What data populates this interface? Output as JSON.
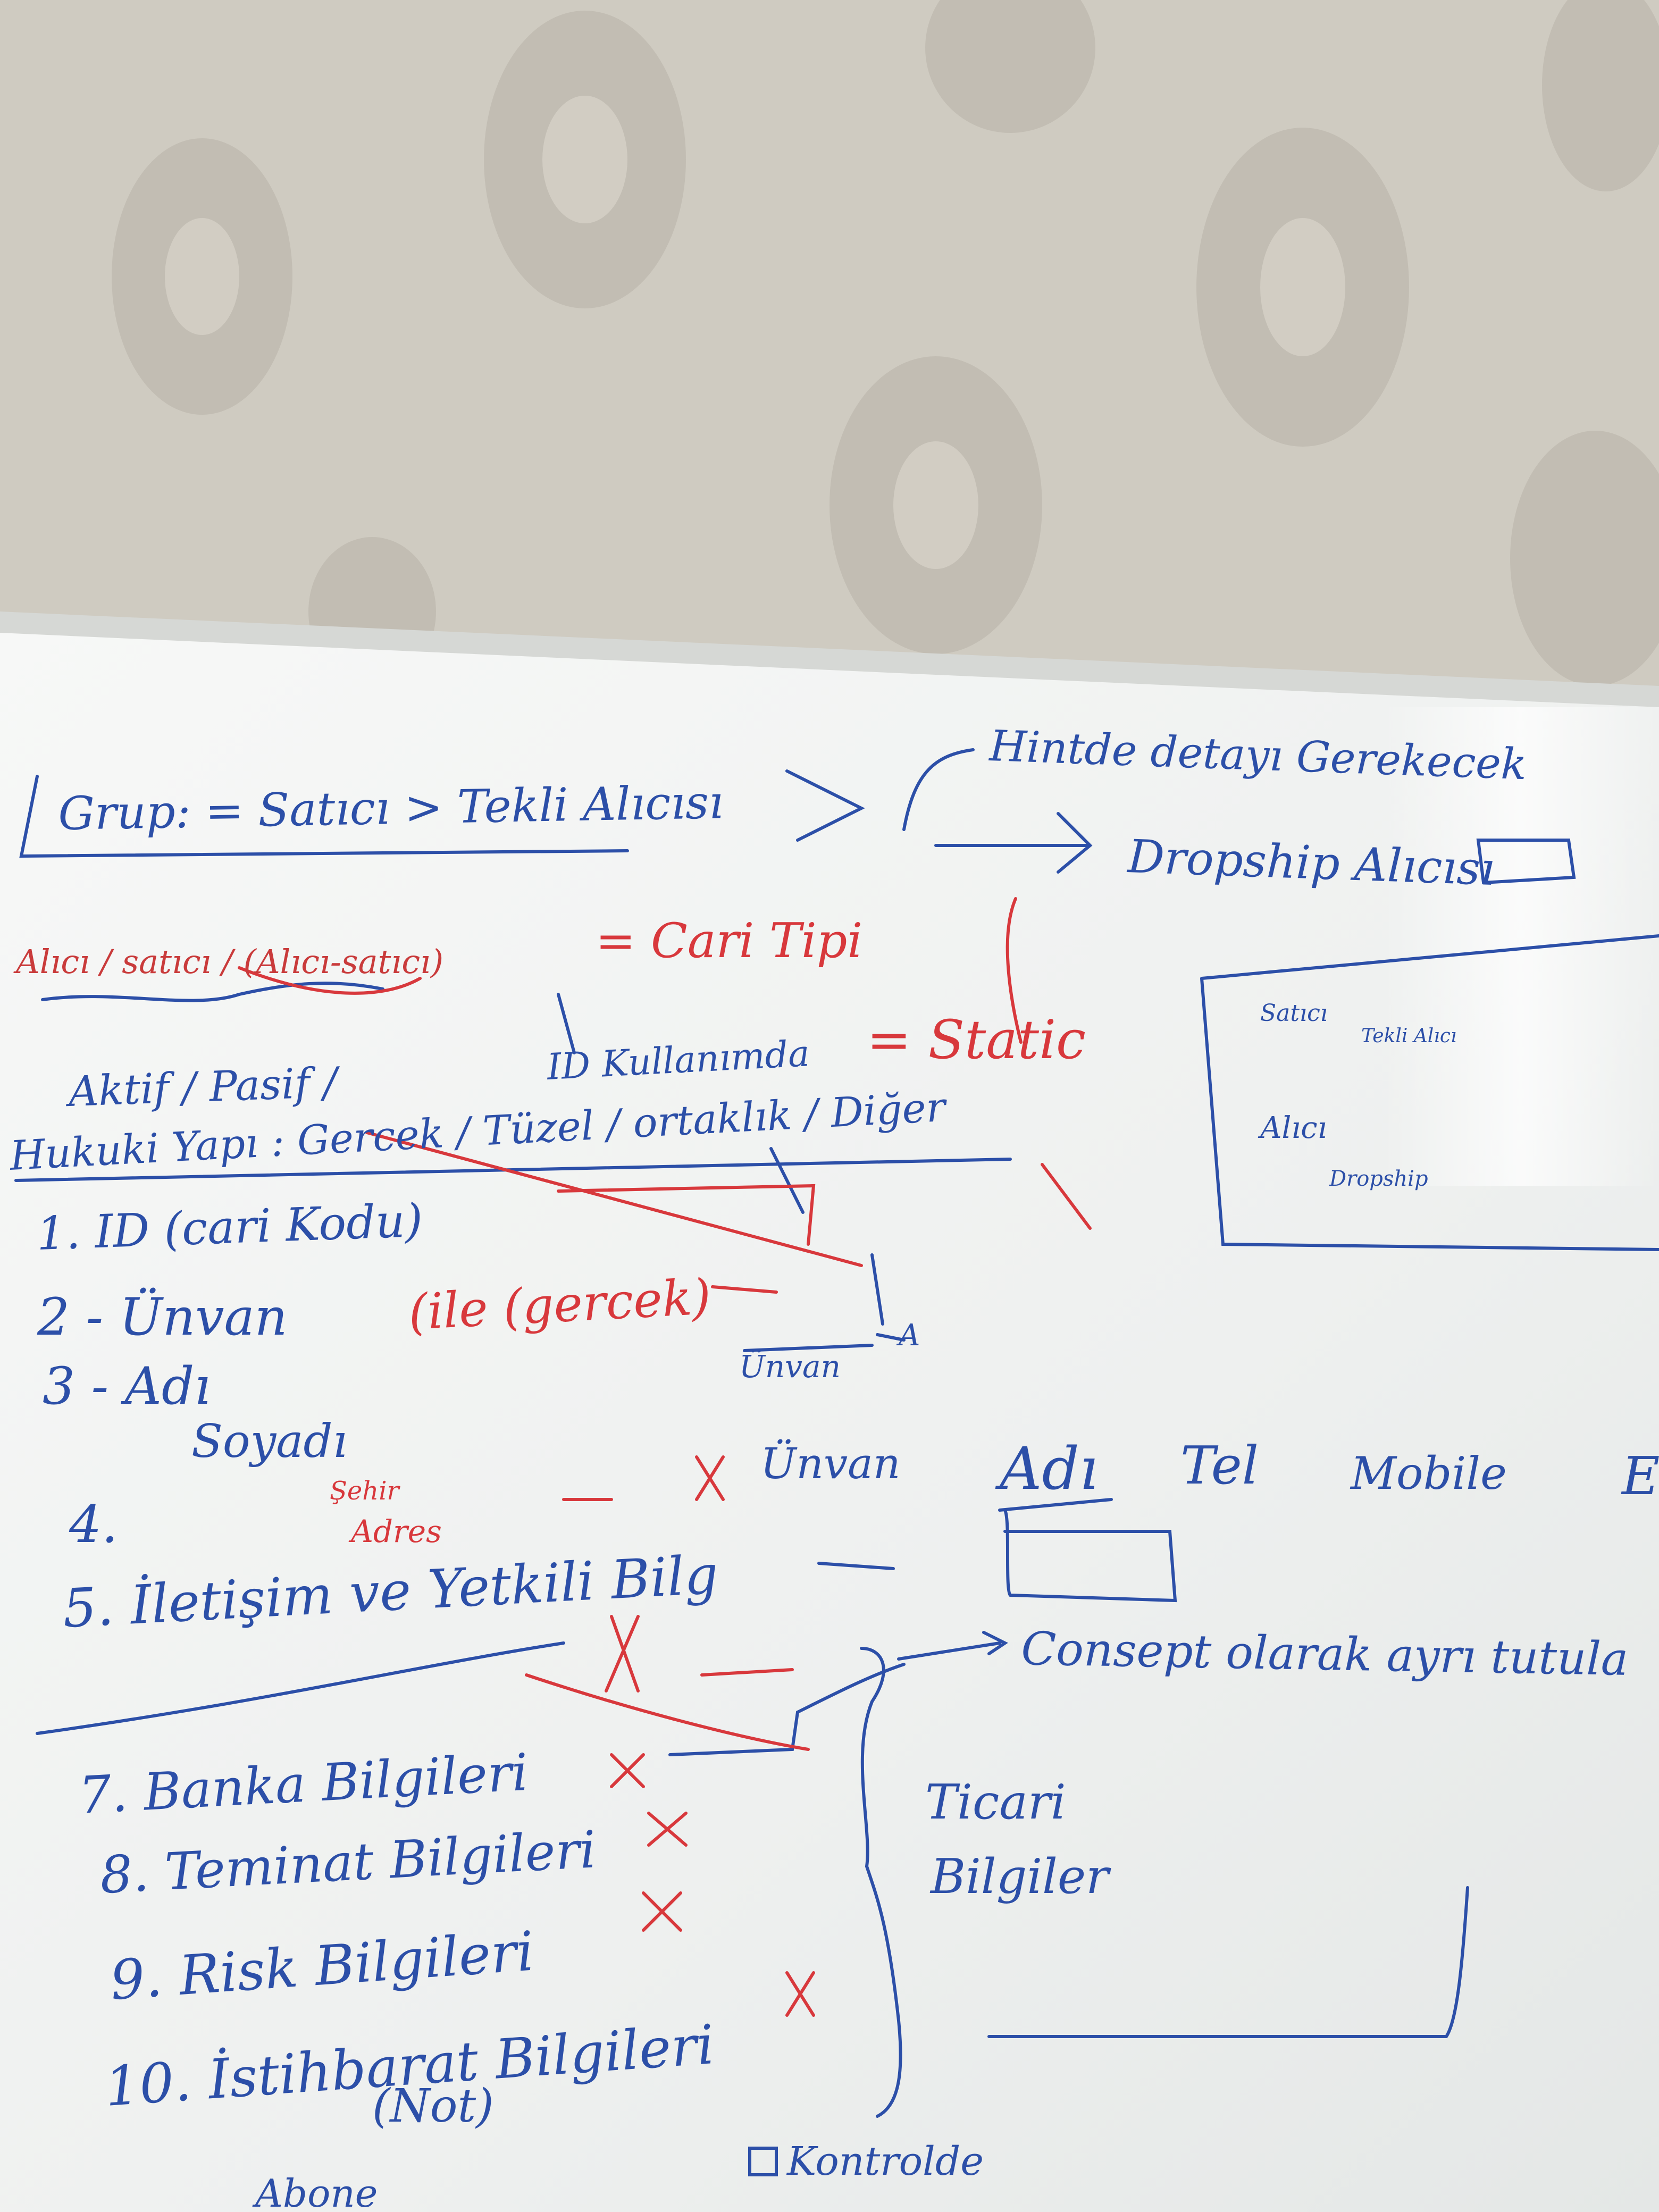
{
  "colors": {
    "wall": "#cfcbc1",
    "wall_pattern": "#b9b4a8",
    "board": "#f4f6f5",
    "frame": "#d9dbd8",
    "blue_ink": "#2c4fa8",
    "red_ink": "#d8383c"
  },
  "header": {
    "group_line": "Grup: = Satıcı > Tekli Alıcısı",
    "history_note": "Hintde detayı Gerekecek",
    "dropship_buyer": "Dropship Alıcısı",
    "cari_type": "= Cari Tipi",
    "buyer_seller": "Alıcı / satıcı / (Alıcı-satıcı)",
    "status": "Aktif / Pasif /",
    "user_id": "ID Kullanımda",
    "static": "= Static",
    "legal_type": "Hukuki Yapı : Gercek / Tüzel / ortaklık / Diğer"
  },
  "side_box": {
    "line1": "Satıcı",
    "line1_sub": "Tekli Alıcı",
    "line2": "Alıcı",
    "line2_sub": "Dropship"
  },
  "list": {
    "item1": "1. ID (cari Kodu)",
    "item2": "2 - Ünvan",
    "item2_note": "(ile (gercek)",
    "item3": "3 - Adı",
    "item3_sub": "Soyadı",
    "item4": "4.",
    "item4_note1": "Şehir",
    "item4_note2": "Adres",
    "item5": "5. İletişim ve Yetkili Bilg",
    "item7": "7. Banka Bilgileri",
    "item8": "8. Teminat Bilgileri",
    "item9": "9. Risk Bilgileri",
    "item10": "10. İstihbarat Bilgileri",
    "item10_sub": "(Not)",
    "item11": "Abone"
  },
  "columns": {
    "unvan": "Ünvan",
    "adi": "Adı",
    "tel": "Tel",
    "mobile": "Mobile",
    "e": "E",
    "unvan_small": "Ünvan",
    "a": "A"
  },
  "notes": {
    "concept": "Consept olarak ayrı tutula",
    "ticari": "Ticari",
    "bilgiler": "Bilgiler",
    "kontrol": "Kontrolde",
    "x_mark": "X"
  }
}
